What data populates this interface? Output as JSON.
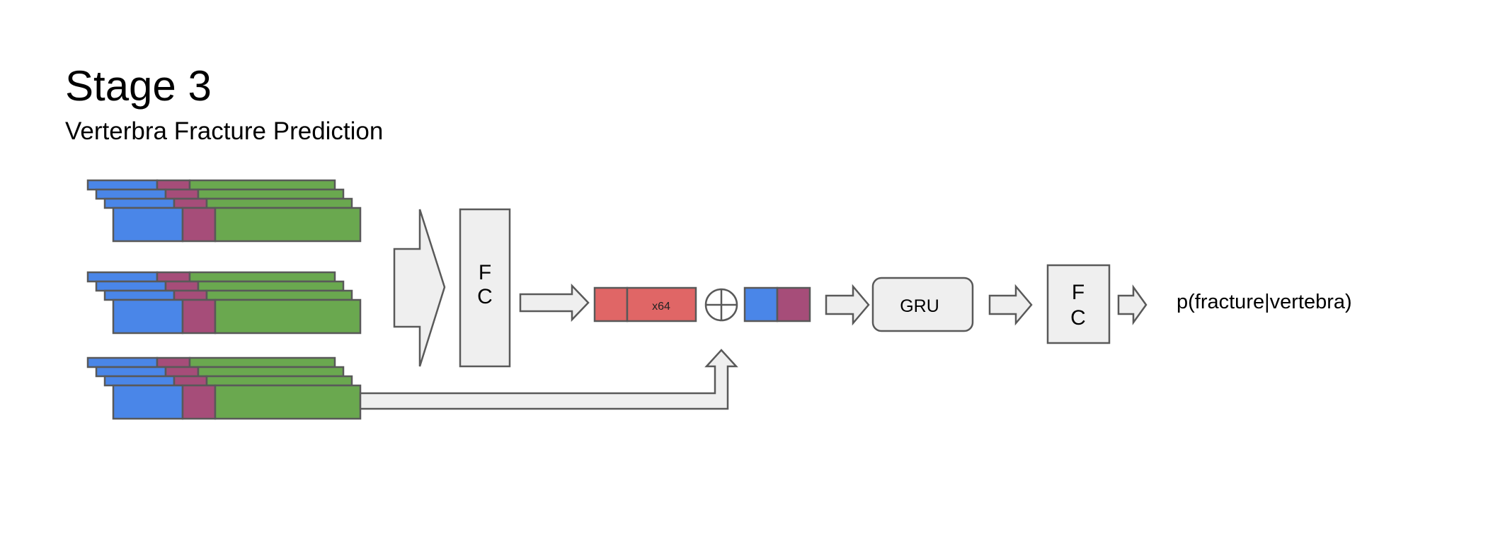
{
  "header": {
    "title": "Stage 3",
    "subtitle": "Verterbra Fracture Prediction"
  },
  "blocks": {
    "fc1_label": "F\nC",
    "embedding_label": "x64",
    "concat_symbol": "⊕",
    "gru_label": "GRU",
    "fc2_label": "F\nC",
    "output_label": "p(fracture|vertebra)"
  },
  "colors": {
    "blue": "#4a86e8",
    "purple": "#a64d79",
    "green": "#6aa84f",
    "red": "#e06666",
    "box_fill": "#efefef",
    "stroke": "#595959"
  },
  "icons": [
    "plus-circle-icon",
    "arrow-right-icon",
    "arrow-up-icon"
  ]
}
